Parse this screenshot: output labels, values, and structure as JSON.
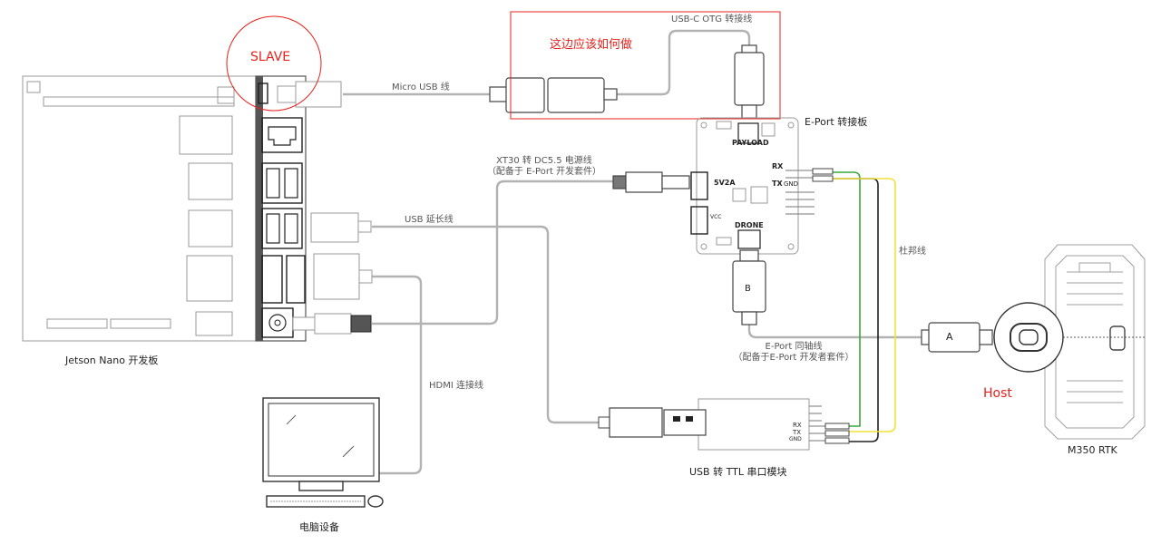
{
  "colors": {
    "line": "#b2b2b2",
    "outline": "#9a9a9a",
    "dark": "#222222",
    "red": "#e8211c",
    "green": "#3aa83a",
    "yellow": "#f2e23a",
    "black_wire": "#222222"
  },
  "annotations": {
    "slave": "SLAVE",
    "question": "这边应该如何做",
    "host": "Host"
  },
  "devices": {
    "jetson": "Jetson Nano  开发板",
    "eport_board": "E-Port  转接板",
    "payload": "PAYLOAD",
    "drone": "DRONE",
    "pwr_5v2a": "5V2A",
    "vcc": "VCC",
    "pin_rx": "RX",
    "pin_tx": "TX",
    "pin_gnd": "GND",
    "usb_ttl": "USB  转 TTL 串口模块",
    "ttl_rx": "RX",
    "ttl_tx": "TX",
    "ttl_gnd": "GND",
    "computer": "电脑设备",
    "m350": "M350 RTK",
    "plug_a": "A",
    "plug_b": "B"
  },
  "cables": {
    "otg": "USB-C OTG  转接线",
    "micro_usb": "Micro USB 线",
    "xt30_line1": "XT30  转  DC5.5  电源线",
    "xt30_line2": "（配备于 E-Port 开发套件）",
    "usb_ext": "USB  延长线",
    "hdmi": "HDMI  连接线",
    "dupont": "杜邦线",
    "eport_coax_line1": "E-Port  同轴线",
    "eport_coax_line2": "（配备于E-Port 开发者套件）"
  }
}
